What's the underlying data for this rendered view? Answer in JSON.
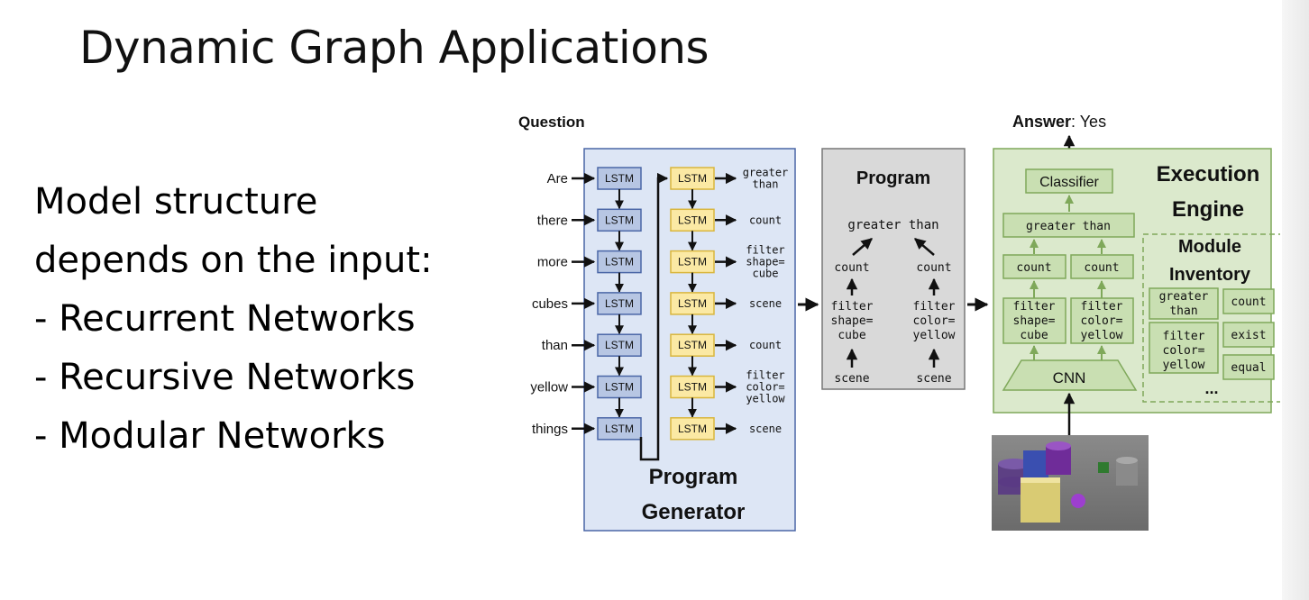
{
  "title": "Dynamic Graph Applications",
  "bullets": [
    "Model structure",
    "depends on the input:",
    "- Recurrent Networks",
    "- Recursive Networks",
    "- Modular Networks"
  ],
  "diagram": {
    "question_label": "Question",
    "words": [
      "Are",
      "there",
      "more",
      "cubes",
      "than",
      "yellow",
      "things"
    ],
    "lstm_label": "LSTM",
    "program_outputs": [
      [
        "greater",
        "than"
      ],
      [
        "count"
      ],
      [
        "filter",
        "shape=",
        "cube"
      ],
      [
        "scene"
      ],
      [
        "count"
      ],
      [
        "filter",
        "color=",
        "yellow"
      ],
      [
        "scene"
      ]
    ],
    "generator_label": [
      "Program",
      "Generator"
    ],
    "program_title": "Program",
    "program_tree": {
      "root": "greater than",
      "left_count": "count",
      "right_count": "count",
      "left_filter": [
        "filter",
        "shape=",
        "cube"
      ],
      "right_filter": [
        "filter",
        "color=",
        "yellow"
      ],
      "left_scene": "scene",
      "right_scene": "scene"
    },
    "answer_label": "Answer",
    "answer_value": ": Yes",
    "engine_title": [
      "Execution",
      "Engine"
    ],
    "classifier": "Classifier",
    "engine_root": "greater than",
    "engine_count_left": "count",
    "engine_count_right": "count",
    "engine_filter_left": [
      "filter",
      "shape=",
      "cube"
    ],
    "engine_filter_right": [
      "filter",
      "color=",
      "yellow"
    ],
    "cnn": "CNN",
    "inventory_title": [
      "Module",
      "Inventory"
    ],
    "inventory_items": {
      "greater_than": [
        "greater",
        "than"
      ],
      "count": "count",
      "filter_color": [
        "filter",
        "color=",
        "yellow"
      ],
      "exist": "exist",
      "equal": "equal",
      "more": "..."
    }
  },
  "colors": {
    "lstm_blue_fill": "#b7c6e3",
    "lstm_blue_border": "#4a66a6",
    "lstm_yellow_fill": "#fbe9a4",
    "lstm_yellow_border": "#d9b63d",
    "generator_bg": "#dde6f5",
    "program_bg": "#d9d9d9",
    "engine_bg": "#dbe9cc",
    "engine_border": "#7fa85a"
  }
}
